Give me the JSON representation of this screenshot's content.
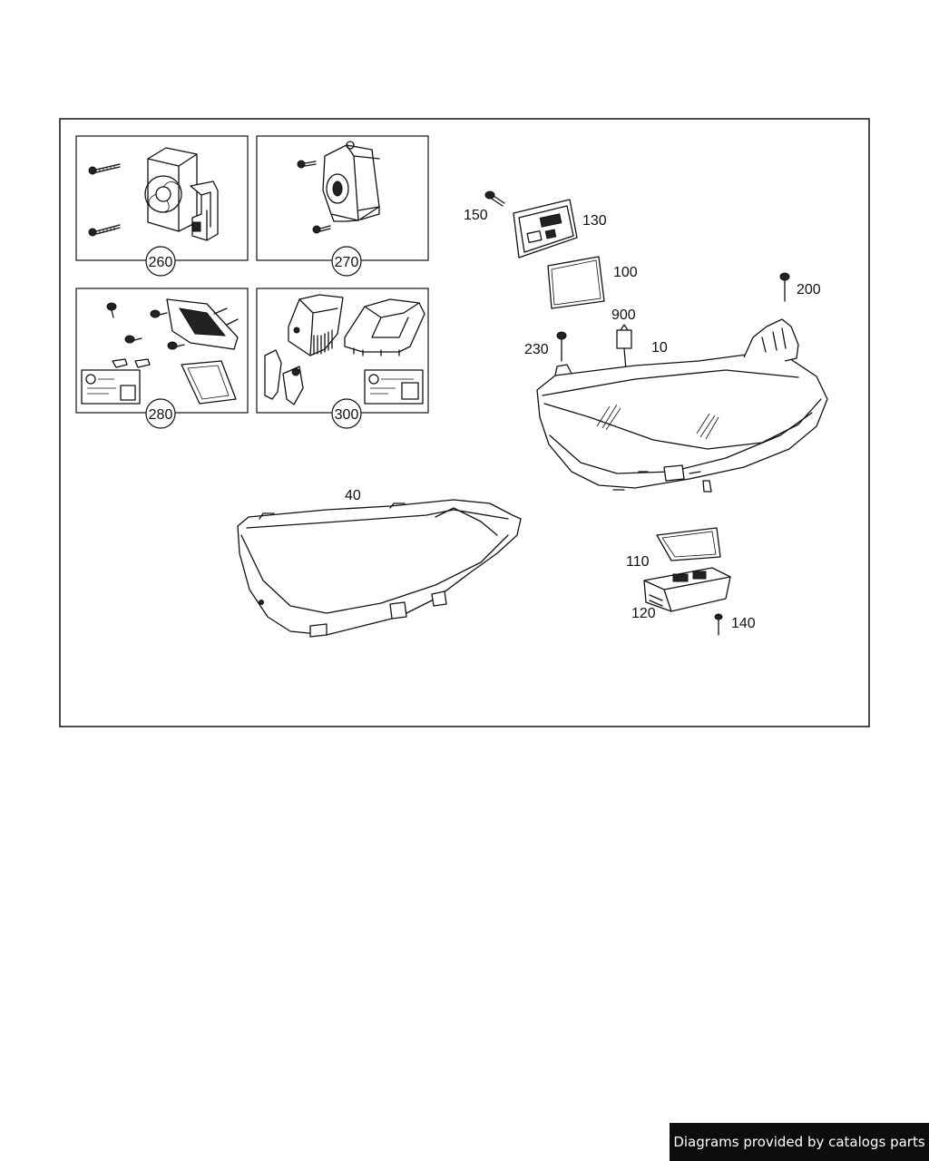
{
  "parts": {
    "sub_assemblies": [
      "260",
      "270",
      "280",
      "300"
    ],
    "callouts": {
      "p150": "150",
      "p130": "130",
      "p100": "100",
      "p200": "200",
      "p900": "900",
      "p230": "230",
      "p10": "10",
      "p40": "40",
      "p110": "110",
      "p120": "120",
      "p140": "140"
    }
  },
  "footer": {
    "credit": "Diagrams provided by catalogs parts"
  }
}
